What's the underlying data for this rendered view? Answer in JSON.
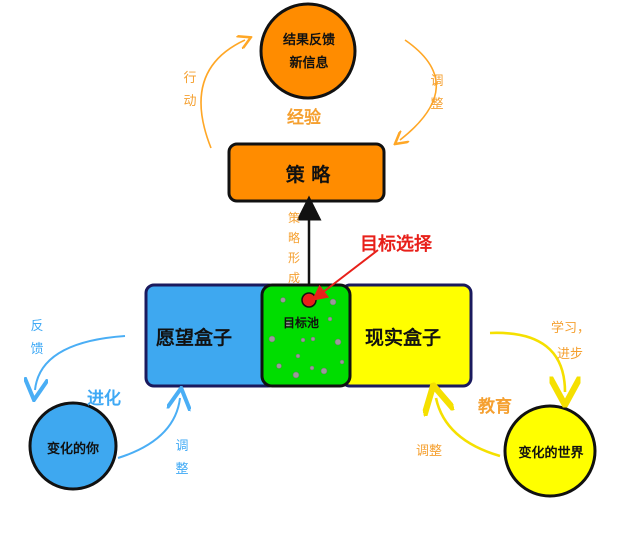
{
  "colors": {
    "orange": "#ff8c00",
    "orange_text": "#f5a030",
    "blue_box": "#3ea8f0",
    "blue_text": "#3fa9f5",
    "green_box": "#00dd00",
    "yellow_box": "#ffff00",
    "yellow_arrow": "#f5e000",
    "red": "#e8201a",
    "navy_border": "#1a1a5e"
  },
  "top_circle": {
    "line1": "结果反馈",
    "line2": "新信息"
  },
  "experience_label": "经验",
  "action_label": "行动",
  "adjust_top_label": "调整",
  "strategy_box": "策 略",
  "strategy_formation_label": "策略形成",
  "goal_selection_label": "目标选择",
  "goal_pool_label": "目标池",
  "wish_box": "愿望盒子",
  "reality_box": "现实盒子",
  "feedback_label": "反馈",
  "evolution_label": "进化",
  "you_circle": "变化的你",
  "adjust_left_label": "调整",
  "learning_label_line1": "学习，",
  "learning_label_line2": "进步",
  "education_label": "教育",
  "world_circle": "变化的世界",
  "adjust_right_label": "调整"
}
